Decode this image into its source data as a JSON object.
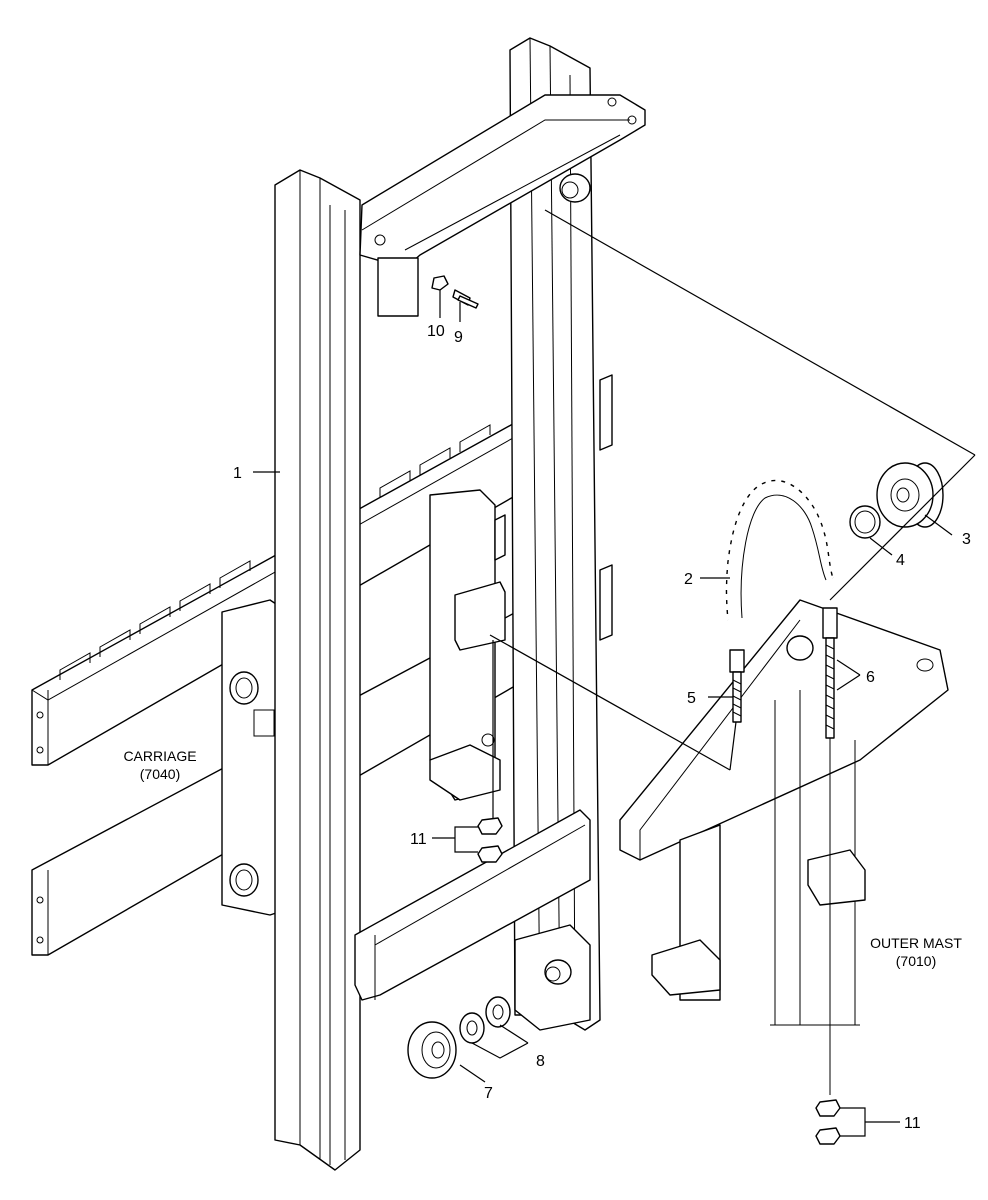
{
  "callouts": [
    "1",
    "2",
    "3",
    "4",
    "5",
    "6",
    "7",
    "8",
    "9",
    "10",
    "11",
    "11"
  ],
  "assemblies": {
    "carriage": {
      "name": "CARRIAGE",
      "code": "(7040)"
    },
    "outer_mast": {
      "name": "OUTER MAST",
      "code": "(7010)"
    }
  }
}
